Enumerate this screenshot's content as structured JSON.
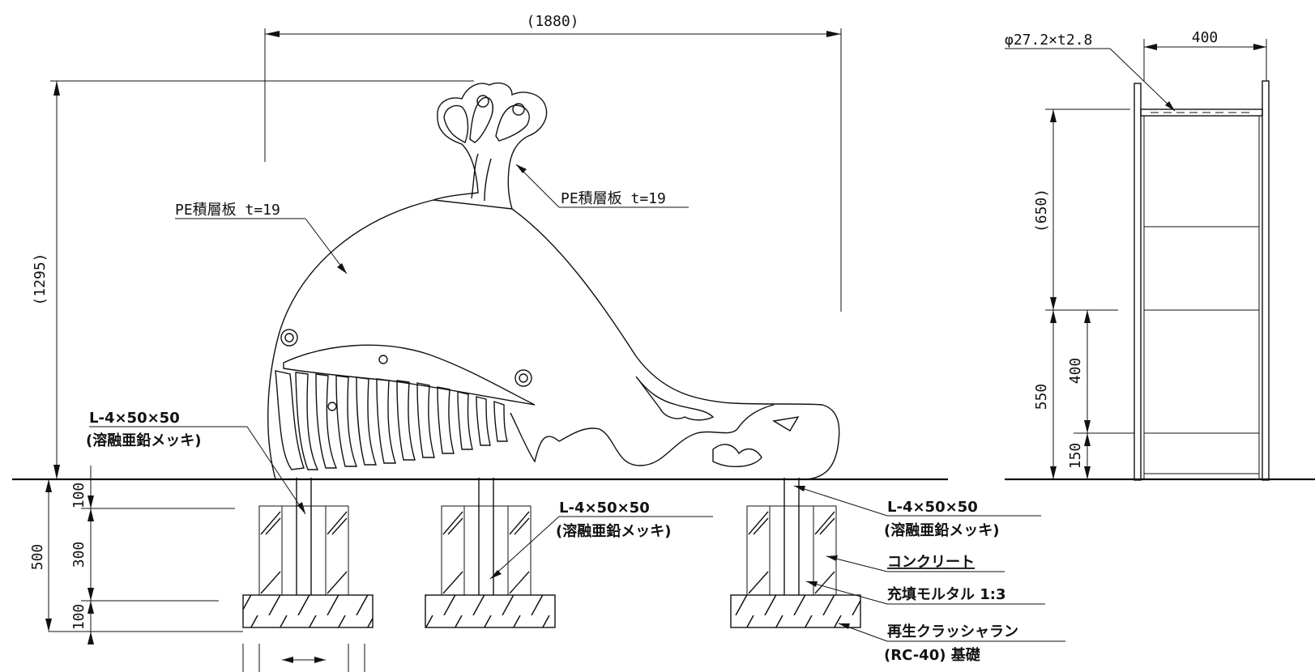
{
  "dimensions": {
    "overall_width": "(1880)",
    "overall_height": "(1295)",
    "embed_top": "100",
    "embed_mid": "300",
    "embed_bottom": "100",
    "embed_total": "500",
    "side_width": "400",
    "side_upper": "(650)",
    "side_total_lower": "550",
    "side_lower": "400",
    "side_base": "150"
  },
  "labels": {
    "pe_body": "PE積層板 t=19",
    "pe_tail": "PE積層板 t=19",
    "pipe": "φ27.2×t2.8",
    "angle_1_line1": "L-4×50×50",
    "angle_1_line2": "(溶融亜鉛メッキ)",
    "angle_2_line1": "L-4×50×50",
    "angle_2_line2": "(溶融亜鉛メッキ)",
    "angle_3_line1": "L-4×50×50",
    "angle_3_line2": "(溶融亜鉛メッキ)",
    "concrete": "コンクリート",
    "mortar": "充填モルタル 1:3",
    "crusher_line1": "再生クラッシャラン",
    "crusher_line2": "(RC-40) 基礎"
  }
}
